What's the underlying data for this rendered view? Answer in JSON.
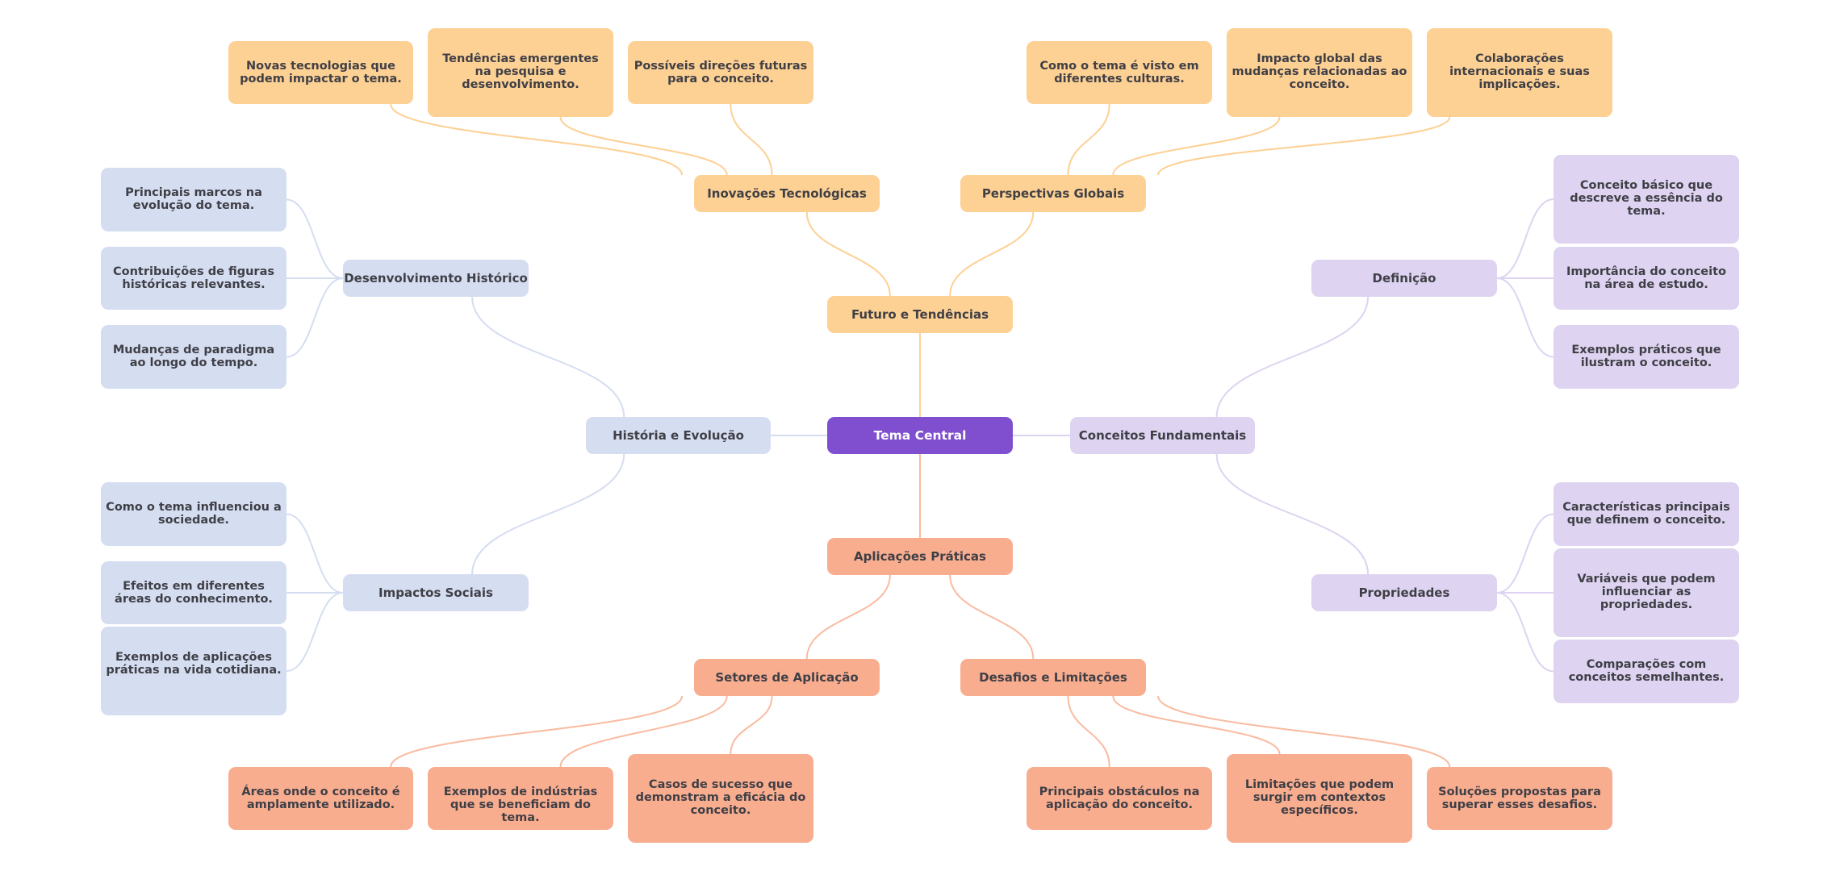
{
  "mindmap": {
    "root": {
      "id": "root",
      "label": "Tema Central"
    },
    "colors": {
      "root": "#7f4fcf",
      "future": "#fdd093",
      "history": "#d5ddf1",
      "concepts": "#ded3f1",
      "applications": "#f9ad8f",
      "text": "#3f3f46",
      "root_text": "#ffffff",
      "link_future": "#fdd093",
      "link_history": "#d5ddf1",
      "link_concepts": "#ded3f1",
      "link_applications": "#f9bba0"
    },
    "branches": [
      {
        "id": "futuro",
        "label": "Futuro e Tendências",
        "color": "future",
        "children": [
          {
            "id": "inovacoes",
            "label": "Inovações Tecnológicas",
            "children": [
              {
                "id": "novas",
                "label": "Novas tecnologias que podem impactar o tema."
              },
              {
                "id": "tendencias",
                "label": "Tendências emergentes na pesquisa e desenvolvimento."
              },
              {
                "id": "possiveis",
                "label": "Possíveis direções futuras para o conceito."
              }
            ]
          },
          {
            "id": "perspectivas",
            "label": "Perspectivas Globais",
            "children": [
              {
                "id": "como-visto",
                "label": "Como o tema é visto em diferentes culturas."
              },
              {
                "id": "impacto-global",
                "label": "Impacto global das mudanças relacionadas ao conceito."
              },
              {
                "id": "colaboracoes",
                "label": "Colaborações internacionais e suas implicações."
              }
            ]
          }
        ]
      },
      {
        "id": "historia",
        "label": "História e Evolução",
        "color": "history",
        "children": [
          {
            "id": "desenvolvimento",
            "label": "Desenvolvimento Histórico",
            "children": [
              {
                "id": "marcos",
                "label": "Principais marcos na evolução do tema."
              },
              {
                "id": "contribuicoes",
                "label": "Contribuições de figuras históricas relevantes."
              },
              {
                "id": "mudancas",
                "label": "Mudanças de paradigma ao longo do tempo."
              }
            ]
          },
          {
            "id": "impactos",
            "label": "Impactos Sociais",
            "children": [
              {
                "id": "influenciou",
                "label": "Como o tema influenciou a sociedade."
              },
              {
                "id": "efeitos",
                "label": "Efeitos em diferentes áreas do conhecimento."
              },
              {
                "id": "exemplos-aplic",
                "label": "Exemplos de aplicações práticas na vida cotidiana."
              }
            ]
          }
        ]
      },
      {
        "id": "conceitos",
        "label": "Conceitos Fundamentais",
        "color": "concepts",
        "children": [
          {
            "id": "definicao",
            "label": "Definição",
            "children": [
              {
                "id": "conceito-basico",
                "label": "Conceito básico que descreve a essência do tema."
              },
              {
                "id": "importancia",
                "label": "Importância do conceito na área de estudo."
              },
              {
                "id": "exemplos-praticos",
                "label": "Exemplos práticos que ilustram o conceito."
              }
            ]
          },
          {
            "id": "propriedades",
            "label": "Propriedades",
            "children": [
              {
                "id": "caracteristicas",
                "label": "Características principais que definem o conceito."
              },
              {
                "id": "variaveis",
                "label": "Variáveis que podem influenciar as propriedades."
              },
              {
                "id": "comparacoes",
                "label": "Comparações com conceitos semelhantes."
              }
            ]
          }
        ]
      },
      {
        "id": "aplicacoes",
        "label": "Aplicações Práticas",
        "color": "applications",
        "children": [
          {
            "id": "setores",
            "label": "Setores de Aplicação",
            "children": [
              {
                "id": "areas",
                "label": "Áreas onde o conceito é amplamente utilizado."
              },
              {
                "id": "industrias",
                "label": "Exemplos de indústrias que se beneficiam do tema."
              },
              {
                "id": "casos",
                "label": "Casos de sucesso que demonstram a eficácia do conceito."
              }
            ]
          },
          {
            "id": "desafios",
            "label": "Desafios e Limitações",
            "children": [
              {
                "id": "obstaculos",
                "label": "Principais obstáculos na aplicação do conceito."
              },
              {
                "id": "limitacoes",
                "label": "Limitações que podem surgir em contextos específicos."
              },
              {
                "id": "solucoes",
                "label": "Soluções propostas para superar esses desafios."
              }
            ]
          }
        ]
      }
    ]
  }
}
